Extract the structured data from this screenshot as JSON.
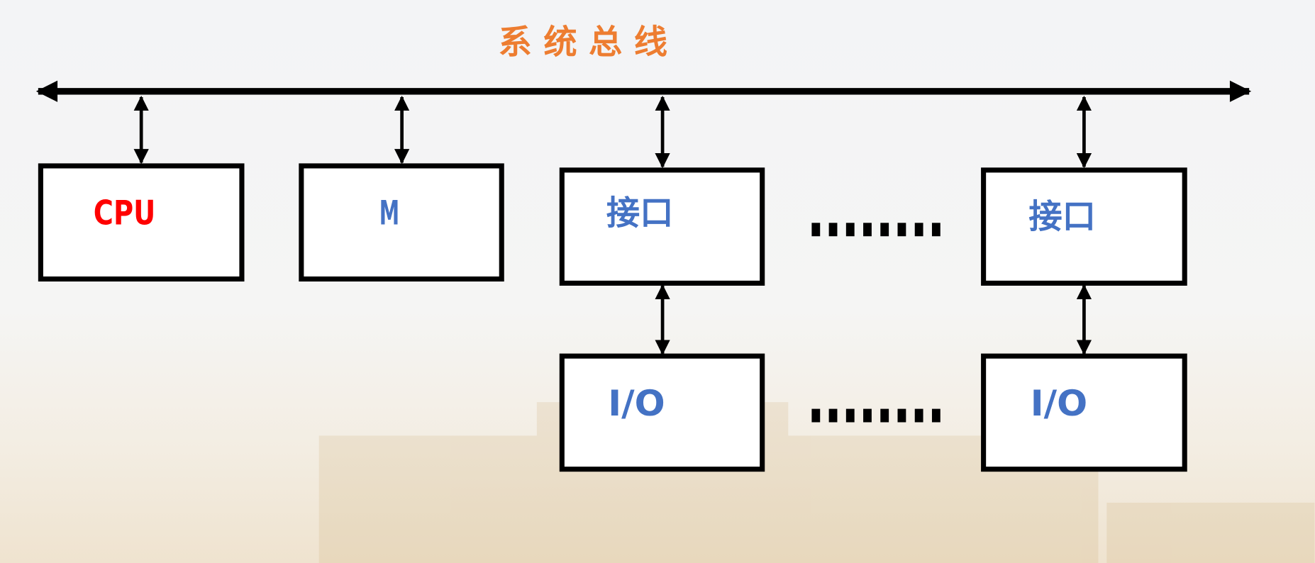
{
  "title": "系 统 总 线",
  "colors": {
    "title": "#ED7D31",
    "cpu": "#FF0000",
    "blue": "#4472C4",
    "line": "#000000"
  },
  "nodes": {
    "cpu": "CPU",
    "memory": "M",
    "interface_1": "接口",
    "interface_2": "接口",
    "io_1": "I/O",
    "io_2": "I/O"
  },
  "ellipsis": [
    "………",
    "………"
  ]
}
